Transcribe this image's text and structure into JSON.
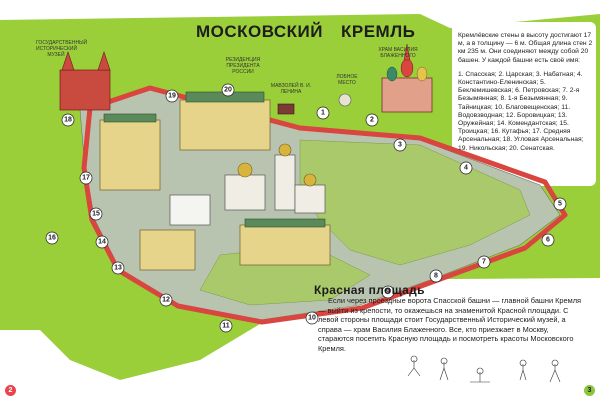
{
  "title": {
    "word1": "МОСКОВСКИЙ",
    "word2": "КРЕМЛЬ"
  },
  "callouts": {
    "museum": "Государственный исторический музей",
    "residence": "Резиденция президента России",
    "mausoleum": "Мавзолей В. И. Ленина",
    "lobnoe": "Лобное место",
    "cathedral": "Храм Василия Блаженного"
  },
  "info": {
    "intro": "Кремлёвские стены в высоту достигают 17 м, а в толщину — 6 м. Общая длина стен 2 км 235 м. Они соединяют между собой 20 башен. У каждой башни есть своё имя:",
    "towers": [
      "1. Спасская;",
      "2. Царская;",
      "3. Набатная;",
      "4. Константино-Еленинская;",
      "5. Беклемишевская;",
      "6. Петровская;",
      "7. 2-я Безымянная;",
      "8. 1-я Безымянная;",
      "9. Тайницкая;",
      "10. Благовещенская;",
      "11. Водовзводная;",
      "12. Боровицкая;",
      "13. Оружейная;",
      "14. Комендантская;",
      "15. Троицкая;",
      "16. Кутафья;",
      "17. Средняя Арсенальная;",
      "18. Угловая Арсенальная;",
      "19. Никольская;",
      "20. Сенатская."
    ]
  },
  "subheading": "Красная площадь",
  "body": "Если через проездные ворота Спасской башни — главной башни Кремля — выйти из крепости, то окажешься на знаменитой Красной площади. С левой стороны площади стоит Государственный Исторический музей, а справа — храм Василия Блаженного. Все, кто приезжает в Москву, стараются посетить Красную площадь и посмотреть красоты Московского Кремля.",
  "page_numbers": {
    "left": "2",
    "right": "3"
  },
  "tower_markers": [
    "1",
    "2",
    "3",
    "4",
    "5",
    "6",
    "7",
    "8",
    "9",
    "10",
    "11",
    "12",
    "13",
    "14",
    "15",
    "16",
    "17",
    "18",
    "19",
    "20"
  ],
  "colors": {
    "lawn": "#9bcf3a",
    "wall": "#d9453f",
    "ground": "#b9c4b0",
    "river_bank": "#ffffff"
  },
  "icons": [
    "tower-marker-icon",
    "kremlin-wall-icon",
    "cathedral-icon",
    "palace-icon",
    "people-sketch-icon"
  ]
}
